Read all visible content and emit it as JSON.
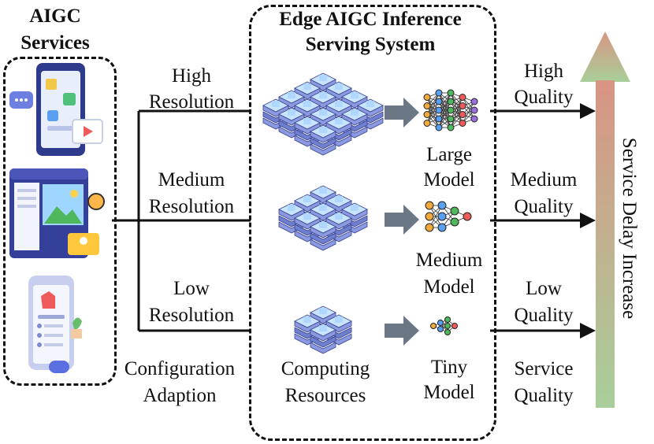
{
  "services": {
    "title_line1": "AIGC",
    "title_line2": "Services",
    "icons": [
      "smartphone-chat-icon",
      "browser-image-icon",
      "mobile-shop-icon"
    ]
  },
  "system": {
    "title_line1": "Edge AIGC Inference",
    "title_line2": "Serving System"
  },
  "resolutions": [
    {
      "line1": "High",
      "line2": "Resolution"
    },
    {
      "line1": "Medium",
      "line2": "Resolution"
    },
    {
      "line1": "Low",
      "line2": "Resolution"
    }
  ],
  "models": [
    {
      "line1": "Large",
      "line2": "Model",
      "icon": "large-neural-network-icon"
    },
    {
      "line1": "Medium",
      "line2": "Model",
      "icon": "medium-neural-network-icon"
    },
    {
      "line1": "Tiny",
      "line2": "Model",
      "icon": "tiny-neural-network-icon"
    }
  ],
  "qualities": [
    {
      "line1": "High",
      "line2": "Quality"
    },
    {
      "line1": "Medium",
      "line2": "Quality"
    },
    {
      "line1": "Low",
      "line2": "Quality"
    }
  ],
  "footer": {
    "config_line1": "Configuration",
    "config_line2": "Adaption",
    "computing_line1": "Computing",
    "computing_line2": "Resources",
    "service_line1": "Service",
    "service_line2": "Quality"
  },
  "delay_label": "Service Delay Increase",
  "colors": {
    "delay_top": "#d99484",
    "delay_bottom": "#a8cf9a",
    "arrow_gray": "#6b7785",
    "server_blue": "#7f8fd6",
    "line": "#111111"
  }
}
